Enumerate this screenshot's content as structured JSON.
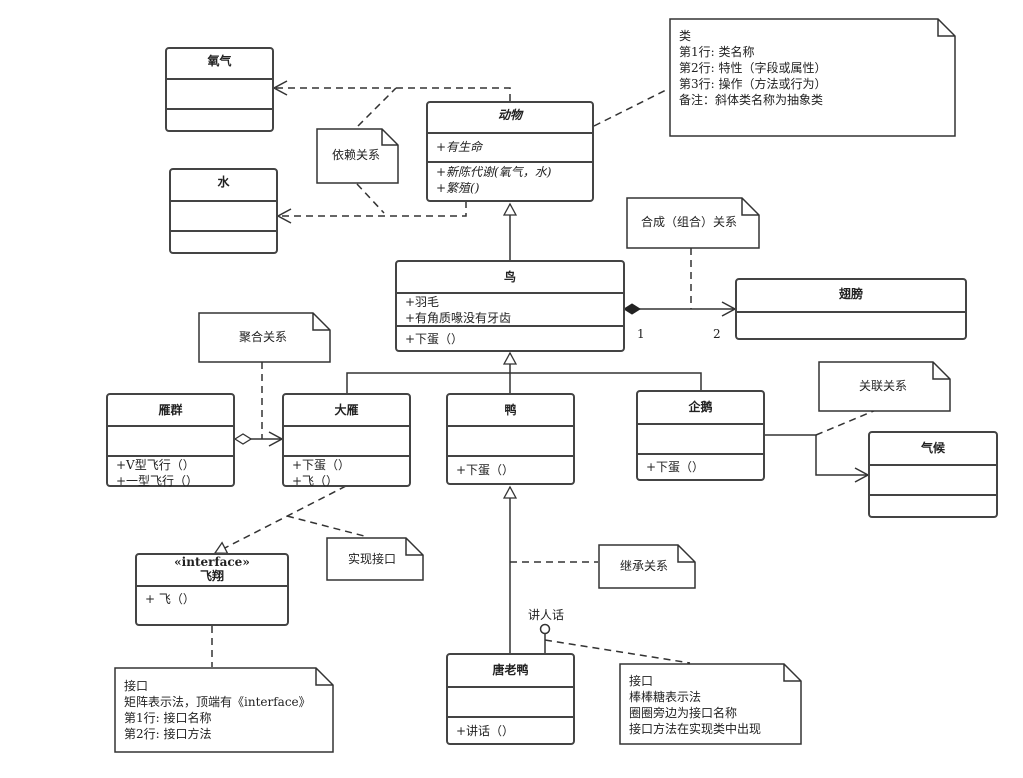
{
  "classes": {
    "oxygen": {
      "name": "氧气"
    },
    "water": {
      "name": "水"
    },
    "animal": {
      "name": "动物",
      "attributes": [
        "+有生命"
      ],
      "operations": [
        "+新陈代谢(氧气，水)",
        "+繁殖()"
      ]
    },
    "bird": {
      "name": "鸟",
      "attributes": [
        "+羽毛",
        "+有角质喙没有牙齿"
      ],
      "operations": [
        "+下蛋（）"
      ]
    },
    "wing": {
      "name": "翅膀"
    },
    "goose_flock": {
      "name": "雁群",
      "operations": [
        "+V型飞行（）",
        "+一型飞行（）"
      ]
    },
    "goose": {
      "name": "大雁",
      "operations": [
        "+下蛋（）",
        "+飞（）"
      ]
    },
    "duck": {
      "name": "鸭",
      "operations": [
        "+下蛋（）"
      ]
    },
    "penguin": {
      "name": "企鹅",
      "operations": [
        "+下蛋（）"
      ]
    },
    "climate": {
      "name": "气候"
    },
    "fly_interface": {
      "stereotype": "«interface»",
      "name": "飞翔",
      "operations": [
        "+ 飞（）"
      ]
    },
    "donald_duck": {
      "name": "唐老鸭",
      "operations": [
        "+讲话（）"
      ]
    }
  },
  "notes": {
    "class_note": [
      "类",
      "第1行: 类名称",
      "第2行: 特性（字段或属性）",
      "第3行: 操作（方法或行为）",
      "备注：斜体类名称为抽象类"
    ],
    "dependency": "依赖关系",
    "composition": "合成（组合）关系",
    "aggregation": "聚合关系",
    "association": "关联关系",
    "realization": "实现接口",
    "inheritance": "继承关系",
    "interface_note": [
      "接口",
      "矩阵表示法，顶端有《interface》",
      "第1行: 接口名称",
      "第2行: 接口方法"
    ],
    "lollipop_note": [
      "接口",
      "棒棒糖表示法",
      "圈圈旁边为接口名称",
      "接口方法在实现类中出现"
    ]
  },
  "labels": {
    "mult_bird": "1",
    "mult_wing": "2",
    "speak_interface": "讲人话"
  }
}
